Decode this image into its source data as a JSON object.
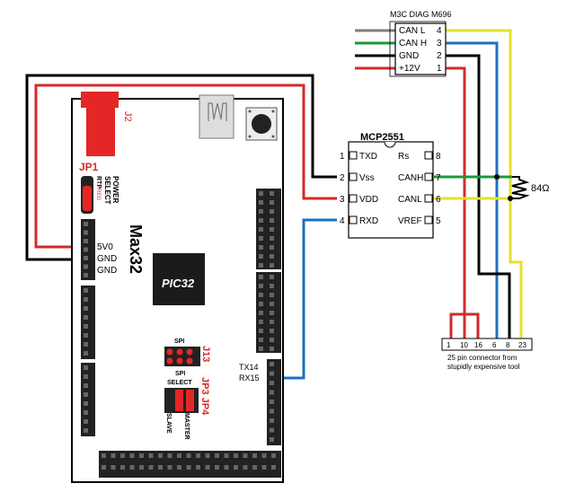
{
  "connector_top": {
    "title": "M3C DIAG M696",
    "pins": [
      {
        "label": "CAN L",
        "num": "4"
      },
      {
        "label": "CAN H",
        "num": "3"
      },
      {
        "label": "GND",
        "num": "2"
      },
      {
        "label": "+12V",
        "num": "1"
      }
    ]
  },
  "mcp": {
    "title": "MCP2551",
    "left_pins": [
      {
        "num": "1",
        "label": "TXD"
      },
      {
        "num": "2",
        "label": "Vss"
      },
      {
        "num": "3",
        "label": "VDD"
      },
      {
        "num": "4",
        "label": "RXD"
      }
    ],
    "right_pins": [
      {
        "num": "8",
        "label": "Rs"
      },
      {
        "num": "7",
        "label": "CANH"
      },
      {
        "num": "6",
        "label": "CANL"
      },
      {
        "num": "5",
        "label": "VREF"
      }
    ]
  },
  "resistor": {
    "label": "84Ω"
  },
  "connector_bottom": {
    "pins": [
      "1",
      "10",
      "16",
      "6",
      "8",
      "23"
    ],
    "caption_line1": "25 pin connector from",
    "caption_line2": "stupidly expensive tool"
  },
  "board": {
    "name": "Max32",
    "j2": "J2",
    "jp1": "JP1",
    "power": "POWER",
    "select": "SELECT",
    "rtp": "RTP",
    "reg": "REG",
    "pwr_pins": [
      "5V0",
      "GND",
      "GND"
    ],
    "chip_label": "PIC32",
    "spi": "SPI",
    "j13": "J13",
    "spi_select_1": "SPI",
    "spi_select_2": "SELECT",
    "jp3jp4": "JP3 JP4",
    "master": "MASTER",
    "slave": "SLAVE",
    "tx": "TX14",
    "rx": "RX15"
  },
  "colors": {
    "red": "#d42a2a",
    "green": "#1a9a3a",
    "blue": "#1f6fbf",
    "yellow": "#e6e02a",
    "gray": "#7d7d7d",
    "black": "#000000"
  }
}
